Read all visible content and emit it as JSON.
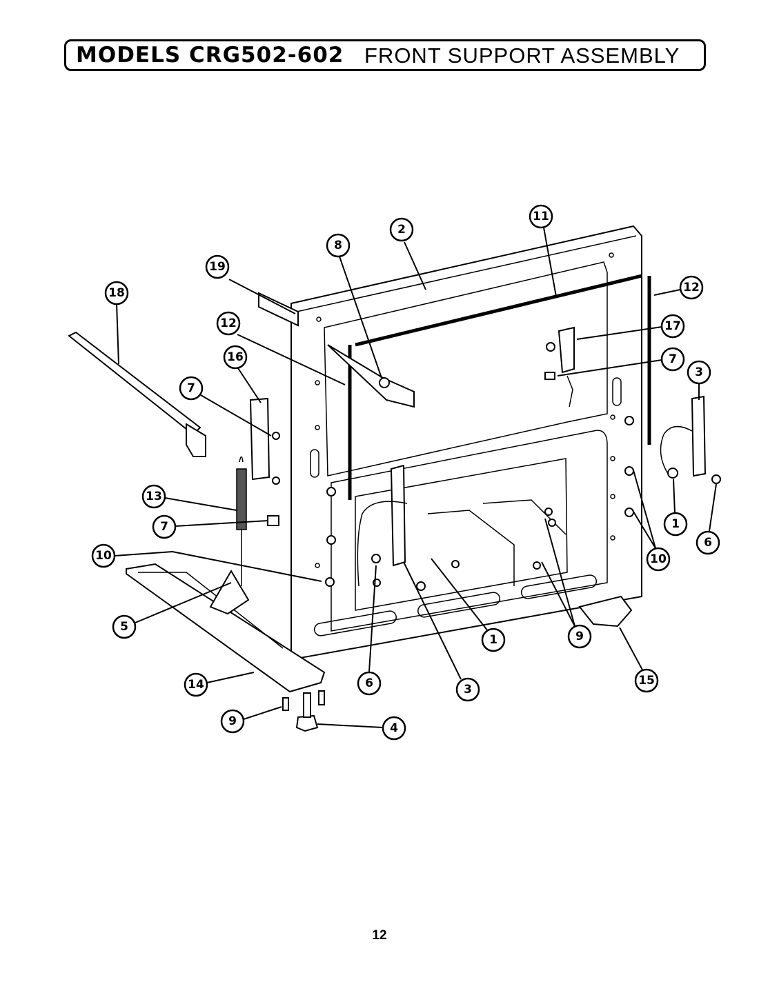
{
  "header": {
    "models": "MODELS CRG502-602",
    "title": "FRONT SUPPORT ASSEMBLY"
  },
  "callouts": [
    "1",
    "2",
    "3",
    "4",
    "5",
    "6",
    "7",
    "8",
    "9",
    "10",
    "11",
    "12",
    "13",
    "14",
    "15",
    "16",
    "17",
    "18",
    "19"
  ],
  "page_number": "12"
}
